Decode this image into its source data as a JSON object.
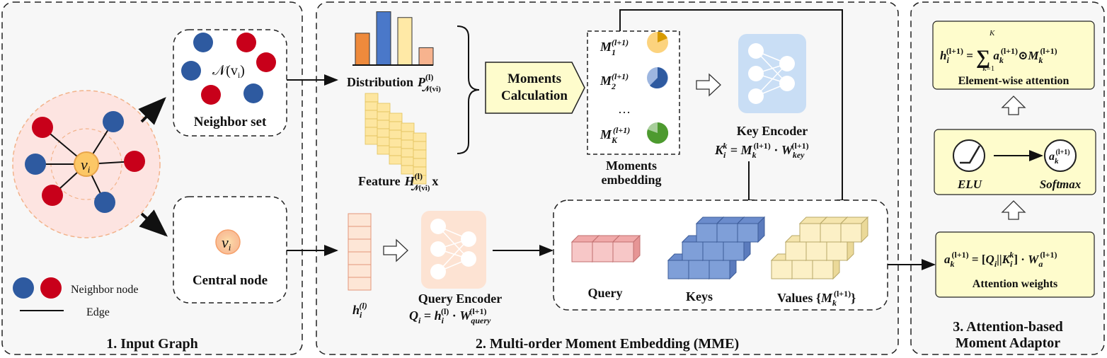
{
  "panels": {
    "input_graph": {
      "title": "1. Input Graph"
    },
    "mme": {
      "title": "2. Multi-order Moment Embedding (MME)"
    },
    "adaptor": {
      "title_line1": "3.  Attention-based",
      "title_line2": "Moment Adaptor"
    }
  },
  "input_graph": {
    "center_node": "v",
    "center_sub": "i",
    "neighbor_set": {
      "math": "𝒩(v",
      "math_sub": "i",
      "math_close": ")",
      "label": "Neighbor set"
    },
    "central_node": {
      "math": "v",
      "math_sub": "i",
      "label": "Central node"
    },
    "legend": {
      "neighbor": "Neighbor node",
      "edge": "Edge"
    }
  },
  "mme": {
    "distribution_label": "Distribution",
    "distribution_sym": "P",
    "distribution_sup": "(l)",
    "distribution_sub": "𝒩(vi)",
    "feature_label": "Feature",
    "feature_sym": "H",
    "feature_sup": "(l)",
    "feature_sub": "𝒩(vi)",
    "feature_tail": "x",
    "moments_calc_line1": "Moments",
    "moments_calc_line2": "Calculation",
    "moments_list": [
      {
        "sym": "M",
        "sub": "1",
        "sup": "(l+1)"
      },
      {
        "sym": "M",
        "sub": "2",
        "sup": "(l+1)"
      },
      {
        "sym": "M",
        "sub": "K",
        "sup": "(l+1)"
      }
    ],
    "moments_dots": "…",
    "moments_embedding_line1": "Moments",
    "moments_embedding_line2": "embedding",
    "key_encoder": {
      "label": "Key Encoder",
      "formula": "K_i^k = M_k^(l+1) · W_key^(l+1)"
    },
    "query_encoder": {
      "label": "Query Encoder",
      "formula": "Q_i = h_i^(l) · W_query^(l+1)"
    },
    "h_label": "h_i^(l)",
    "query_label": "Query",
    "keys_label": "Keys",
    "values_label": "Values {M_k^(l+1)}"
  },
  "adaptor": {
    "element_wise": {
      "formula": "h_i^(l+1) = Σ_{k=1}^{K} a_k^(l+1) ⊙ M_k^(l+1)",
      "label": "Element-wise attention"
    },
    "elu_label": "ELU",
    "softmax_label": "Softmax",
    "softmax_node": "a_k^(l+1)",
    "attention": {
      "formula": "a_k^(l+1) = [Q_i||K_i^k] · W_a^(l+1)",
      "label": "Attention weights"
    }
  },
  "chart_data": {
    "type": "bar",
    "categories": [
      "",
      "",
      "",
      ""
    ],
    "values": [
      0.55,
      0.92,
      0.82,
      0.3
    ],
    "ylim": [
      0,
      1
    ],
    "colors": [
      "#ee8a3c",
      "#4a78c9",
      "#ffe9a6",
      "#f7b38e"
    ]
  },
  "colors": {
    "neighbor_red": "#c8001a",
    "neighbor_blue": "#2e5aa0",
    "center_fill": "#fcc766",
    "panel_bg": "#f7f7f7",
    "yellow_box": "#fefccc",
    "encoder_blue": "#c9def5",
    "encoder_orange": "#fde3d3"
  }
}
